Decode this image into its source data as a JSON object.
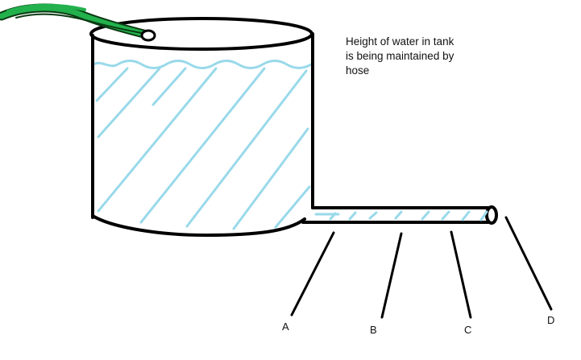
{
  "annotation": {
    "lines": [
      "Height of water in tank",
      "is being maintained by",
      "hose"
    ]
  },
  "labels": {
    "a": "A",
    "b": "B",
    "c": "C",
    "d": "D"
  },
  "colors": {
    "water": "#99d9ea",
    "hose": "#22b14c",
    "ink": "#000000"
  }
}
